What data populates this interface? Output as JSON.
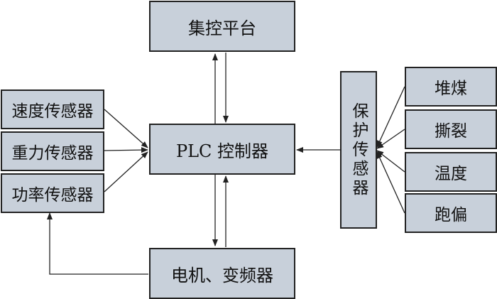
{
  "platform": "集控平台",
  "plc": "PLC 控制器",
  "motor": "电机、变频器",
  "left_sensors": [
    "速度传感器",
    "重力传感器",
    "功率传感器"
  ],
  "protection": "保护传感器",
  "right_sensors": [
    "堆煤",
    "撕裂",
    "温度",
    "跑偏"
  ]
}
